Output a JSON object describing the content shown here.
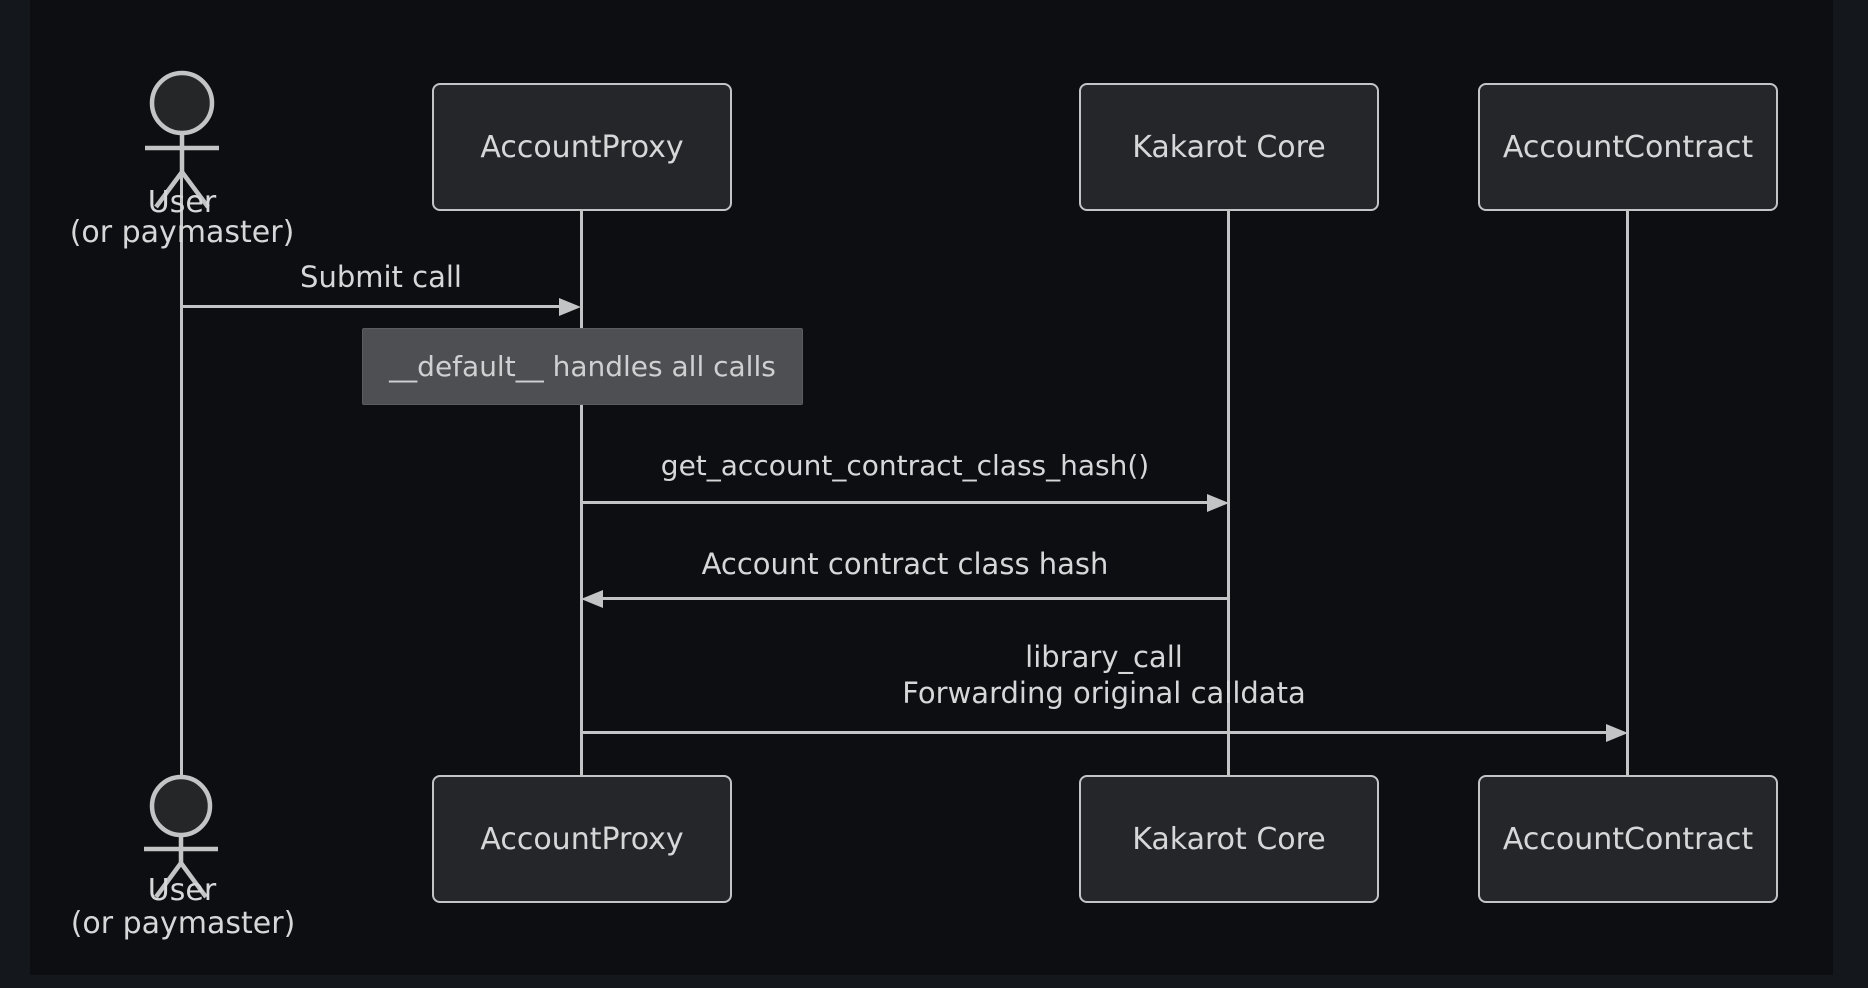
{
  "diagram": {
    "type": "sequence-diagram",
    "actor": {
      "name_line1": "User",
      "name_line2": "(or paymaster)"
    },
    "participants": [
      {
        "label": "AccountProxy"
      },
      {
        "label": "Kakarot Core"
      },
      {
        "label": "AccountContract"
      }
    ],
    "note": {
      "over": "AccountProxy",
      "text": "__default__ handles all calls"
    },
    "messages": [
      {
        "from": "User (or paymaster)",
        "to": "AccountProxy",
        "label": "Submit call"
      },
      {
        "from": "AccountProxy",
        "to": "Kakarot Core",
        "label": "get_account_contract_class_hash()"
      },
      {
        "from": "Kakarot Core",
        "to": "AccountProxy",
        "label": "Account contract class hash"
      },
      {
        "from": "AccountProxy",
        "to": "AccountContract",
        "label_line1": "library_call",
        "label_line2": "Forwarding original calldata"
      }
    ],
    "colors": {
      "page_background": "#14171b",
      "diagram_background": "#0c0e11",
      "participant_fill": "#242629",
      "participant_border": "#c2c4c6",
      "line": "#c2c4c6",
      "text": "#d6d7d8",
      "note_fill": "#4d4f52",
      "note_border": "#5a5d60"
    }
  }
}
